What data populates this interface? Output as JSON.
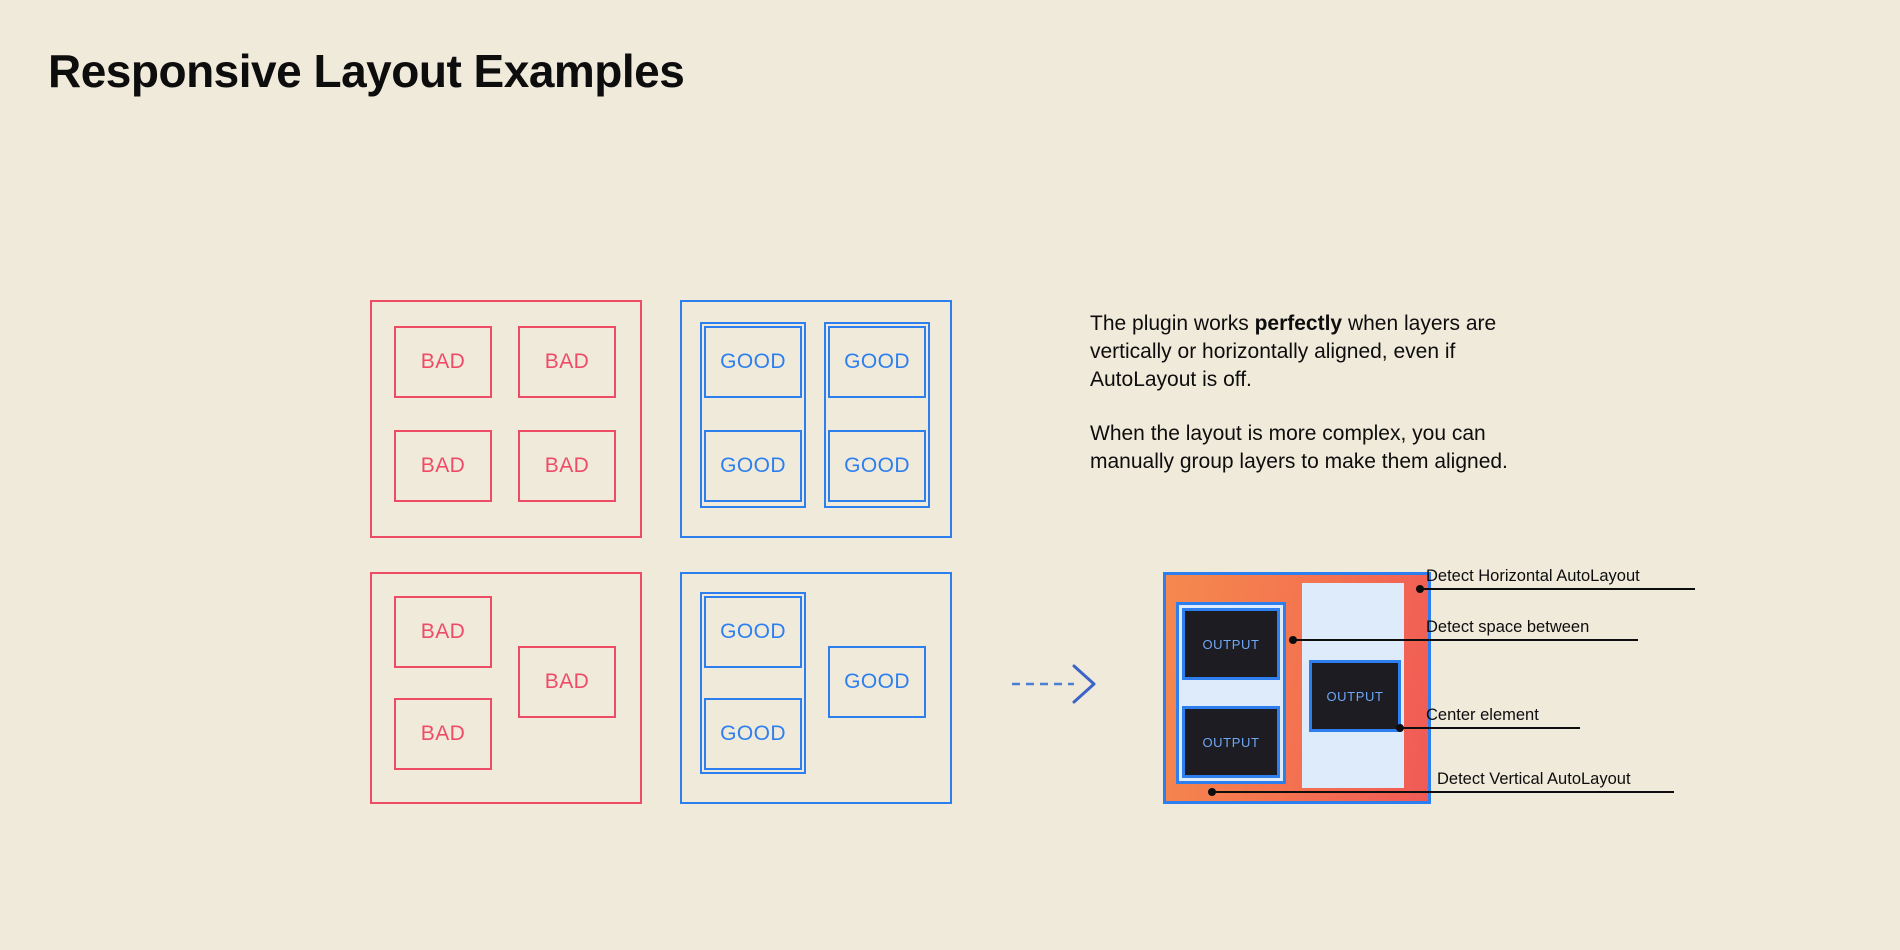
{
  "page": {
    "title": "Responsive Layout Examples",
    "background_color": "#F0EADB",
    "bad_color": "#EE4C66",
    "good_color": "#2D7FF0",
    "orange_color": "#F5834E",
    "dark_color": "#1C1C22",
    "pale_blue_color": "#DDEBFA",
    "text_color": "#0D0D0D"
  },
  "examples": {
    "bad_grid": {
      "kind": "bad",
      "cells": [
        {
          "label": "BAD"
        },
        {
          "label": "BAD"
        },
        {
          "label": "BAD"
        },
        {
          "label": "BAD"
        }
      ]
    },
    "good_grid": {
      "kind": "good",
      "cells": [
        {
          "label": "GOOD"
        },
        {
          "label": "GOOD"
        },
        {
          "label": "GOOD"
        },
        {
          "label": "GOOD"
        }
      ]
    },
    "bad_complex": {
      "kind": "bad",
      "cells": [
        {
          "label": "BAD"
        },
        {
          "label": "BAD"
        },
        {
          "label": "BAD"
        }
      ]
    },
    "good_complex": {
      "kind": "good",
      "cells": [
        {
          "label": "GOOD"
        },
        {
          "label": "GOOD"
        },
        {
          "label": "GOOD"
        }
      ]
    }
  },
  "arrow": {
    "icon": "dashed-arrow-right-icon",
    "color": "#2D7FF0",
    "style": "dashed"
  },
  "copy": {
    "paragraph_1": {
      "before_bold": "The plugin works ",
      "bold": "perfectly",
      "after_bold": " when layers are vertically or horizontally aligned, even if AutoLayout is off."
    },
    "paragraph_2": "When the layout is more complex, you can manually group layers to make them aligned."
  },
  "demo": {
    "outputs": [
      {
        "label": "OUTPUT"
      },
      {
        "label": "OUTPUT"
      },
      {
        "label": "OUTPUT"
      }
    ],
    "callouts": [
      {
        "label": "Detect Horizontal AutoLayout"
      },
      {
        "label": "Detect space between"
      },
      {
        "label": "Center element"
      },
      {
        "label": "Detect Vertical AutoLayout"
      }
    ]
  }
}
